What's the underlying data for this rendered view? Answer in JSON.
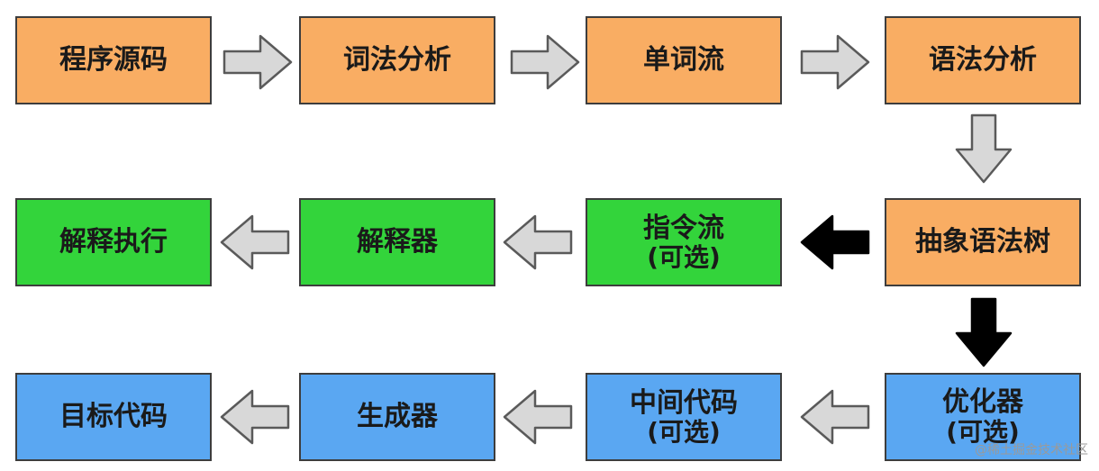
{
  "nodes": {
    "source_code": "程序源码",
    "lexical_analysis": "词法分析",
    "token_stream": "单词流",
    "syntax_analysis": "语法分析",
    "ast": "抽象语法树",
    "instruction_stream": "指令流",
    "instruction_stream_note": "(可选)",
    "interpreter": "解释器",
    "interpret_execute": "解释执行",
    "optimizer": "优化器",
    "optimizer_note": "(可选)",
    "intermediate_code": "中间代码",
    "intermediate_code_note": "(可选)",
    "generator": "生成器",
    "target_code": "目标代码"
  },
  "colors": {
    "frontend": "#f9ad63",
    "interpreter_path": "#33d43b",
    "compiler_path": "#5aa7f2",
    "arrow_light": "#d8d8d8",
    "arrow_dark": "#000000"
  },
  "watermark": "@稀土掘金技术社区"
}
